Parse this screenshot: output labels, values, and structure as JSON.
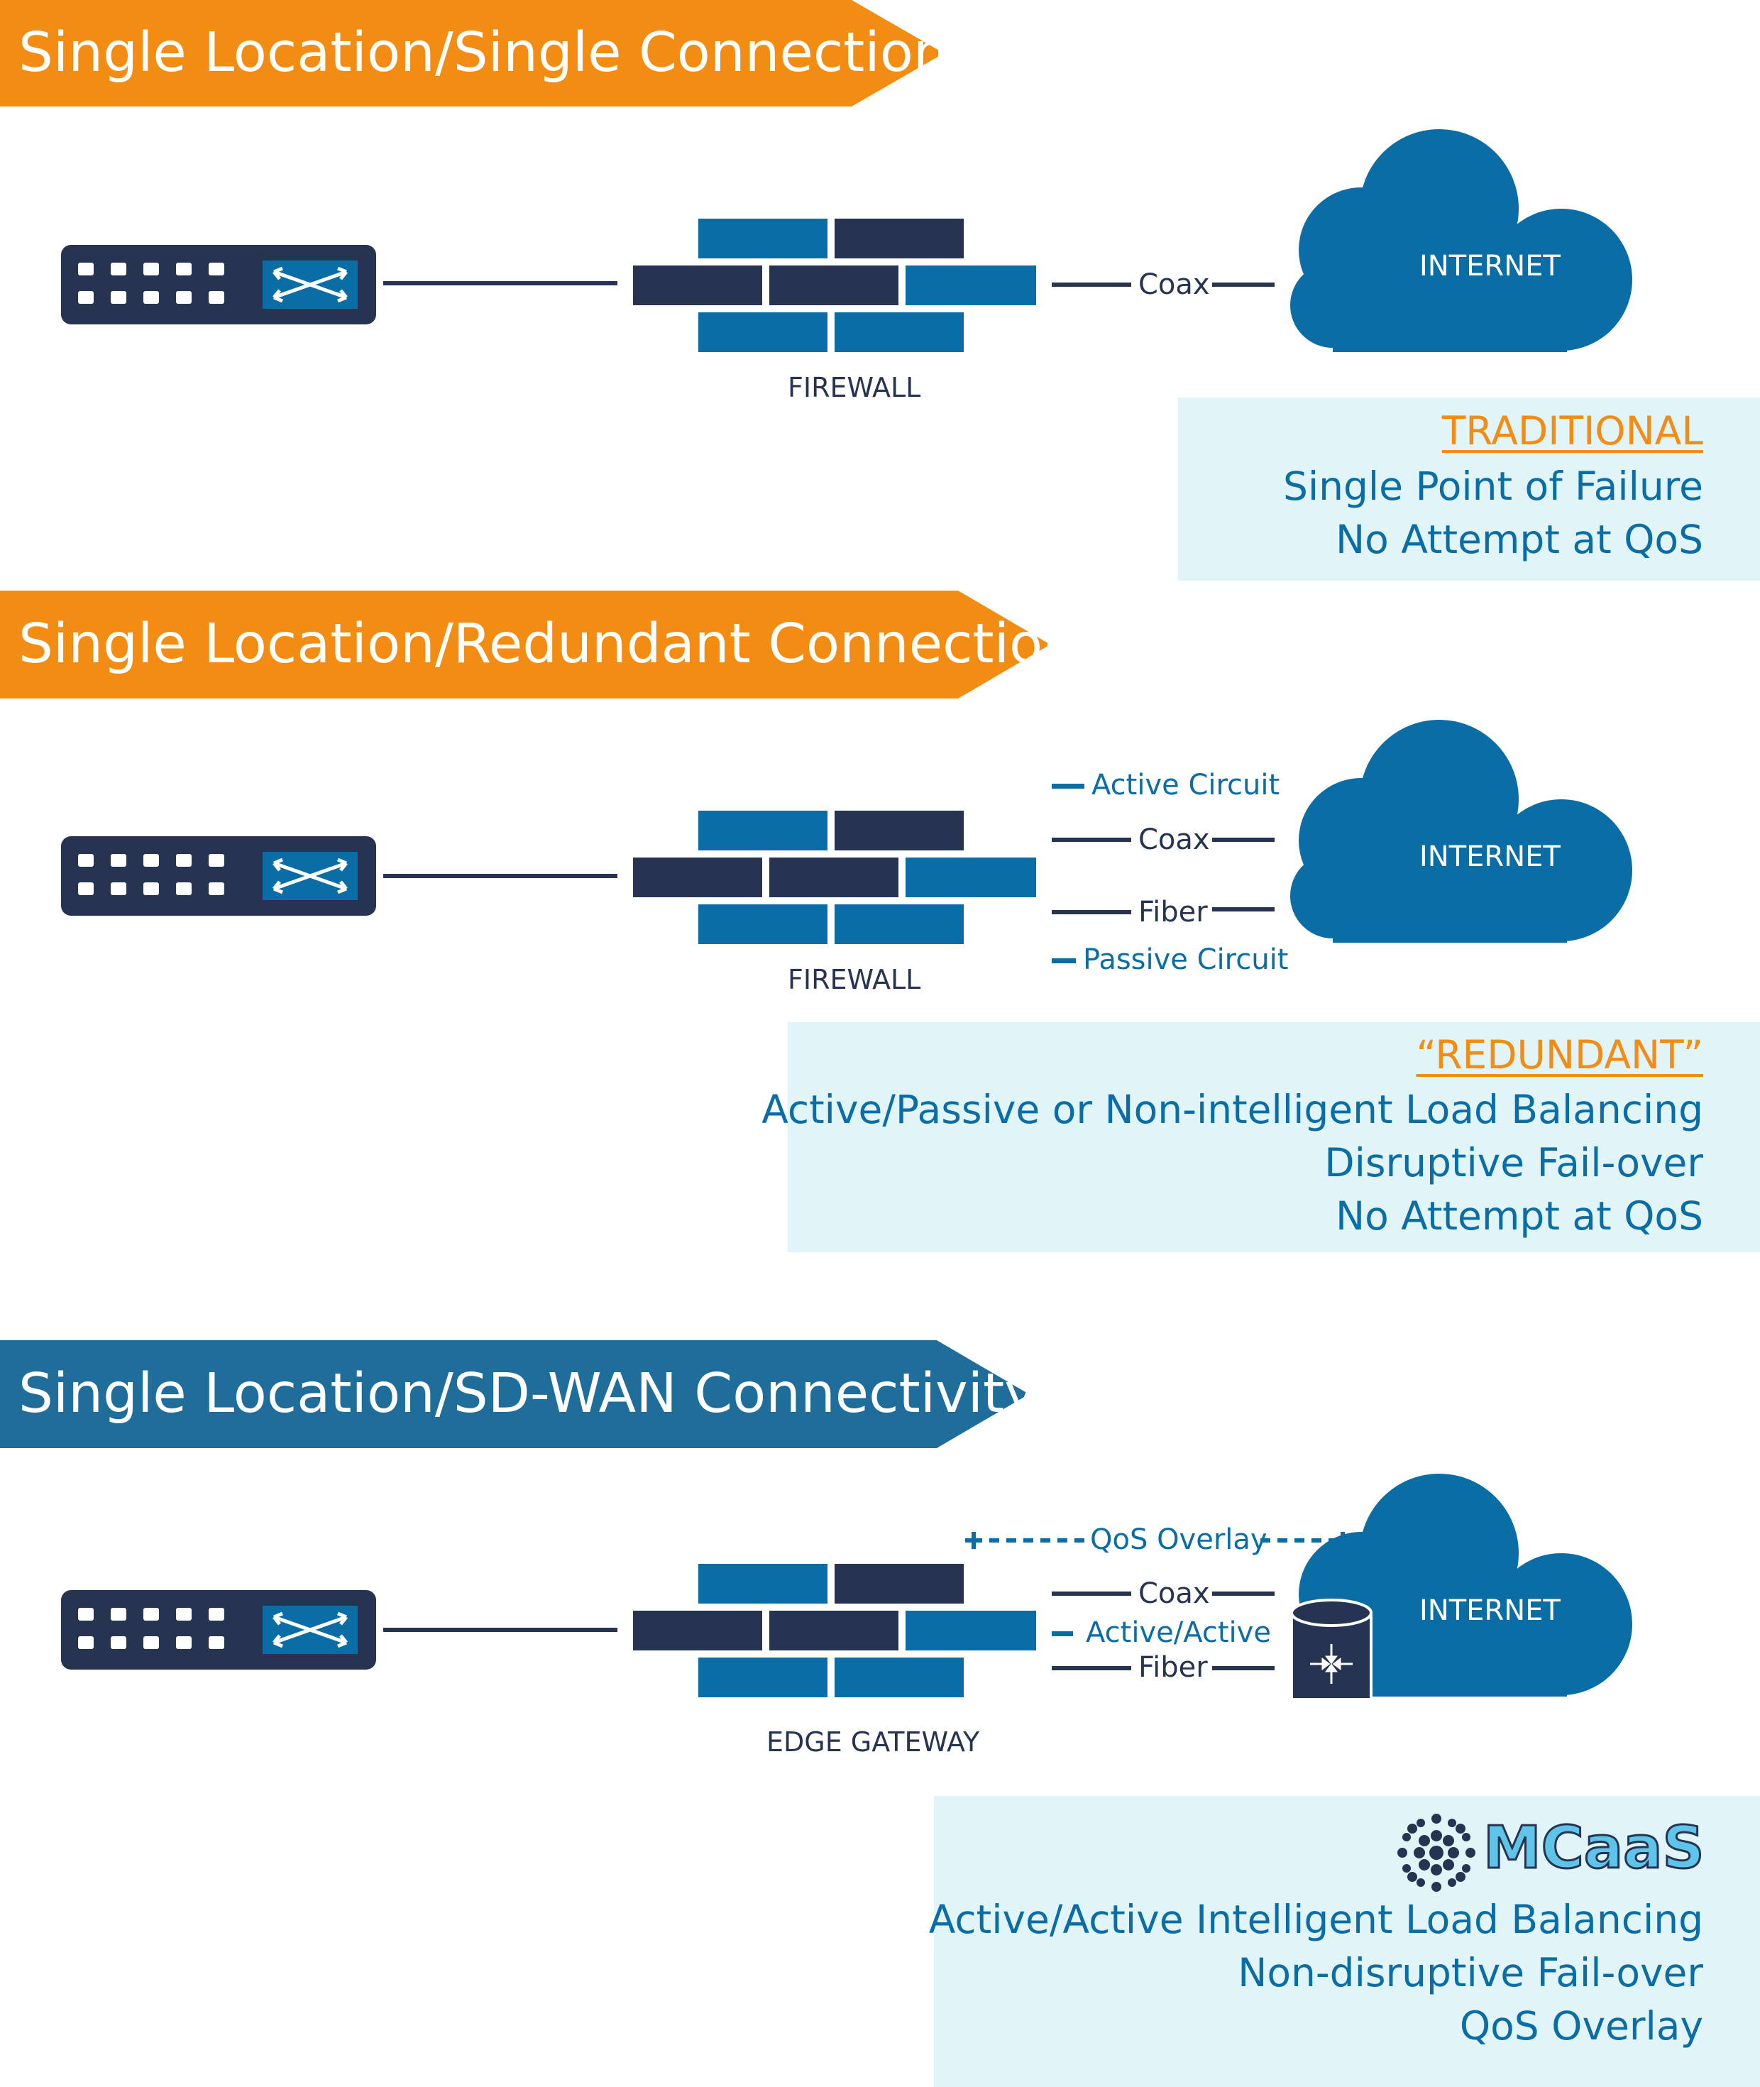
{
  "colors": {
    "orange": "#f28c13",
    "navy": "#263452",
    "blue": "#0a6da6",
    "panel": "#e1f4f8"
  },
  "section1": {
    "title": "Single Location/Single Connection",
    "firewall_label": "FIREWALL",
    "link_label": "Coax",
    "cloud_label": "INTERNET",
    "box": {
      "heading": "TRADITIONAL",
      "lines": [
        "Single Point of Failure",
        "No Attempt at QoS"
      ]
    }
  },
  "section2": {
    "title": "Single Location/Redundant Connection",
    "firewall_label": "FIREWALL",
    "active_label": "Active Circuit",
    "coax_label": "Coax",
    "fiber_label": "Fiber",
    "passive_label": "Passive Circuit",
    "cloud_label": "INTERNET",
    "box": {
      "heading": "“REDUNDANT”",
      "lines": [
        "Active/Passive or Non-intelligent Load Balancing",
        "Disruptive Fail-over",
        "No Attempt at QoS"
      ]
    }
  },
  "section3": {
    "title": "Single Location/SD-WAN Connectivity",
    "gateway_label": "EDGE GATEWAY",
    "qos_label": "QoS Overlay",
    "coax_label": "Coax",
    "active_label": "Active/Active",
    "fiber_label": "Fiber",
    "cloud_label": "INTERNET",
    "box": {
      "logo_text": "MCaaS",
      "lines": [
        "Active/Active Intelligent Load Balancing",
        "Non-disruptive Fail-over",
        "QoS Overlay"
      ]
    }
  }
}
